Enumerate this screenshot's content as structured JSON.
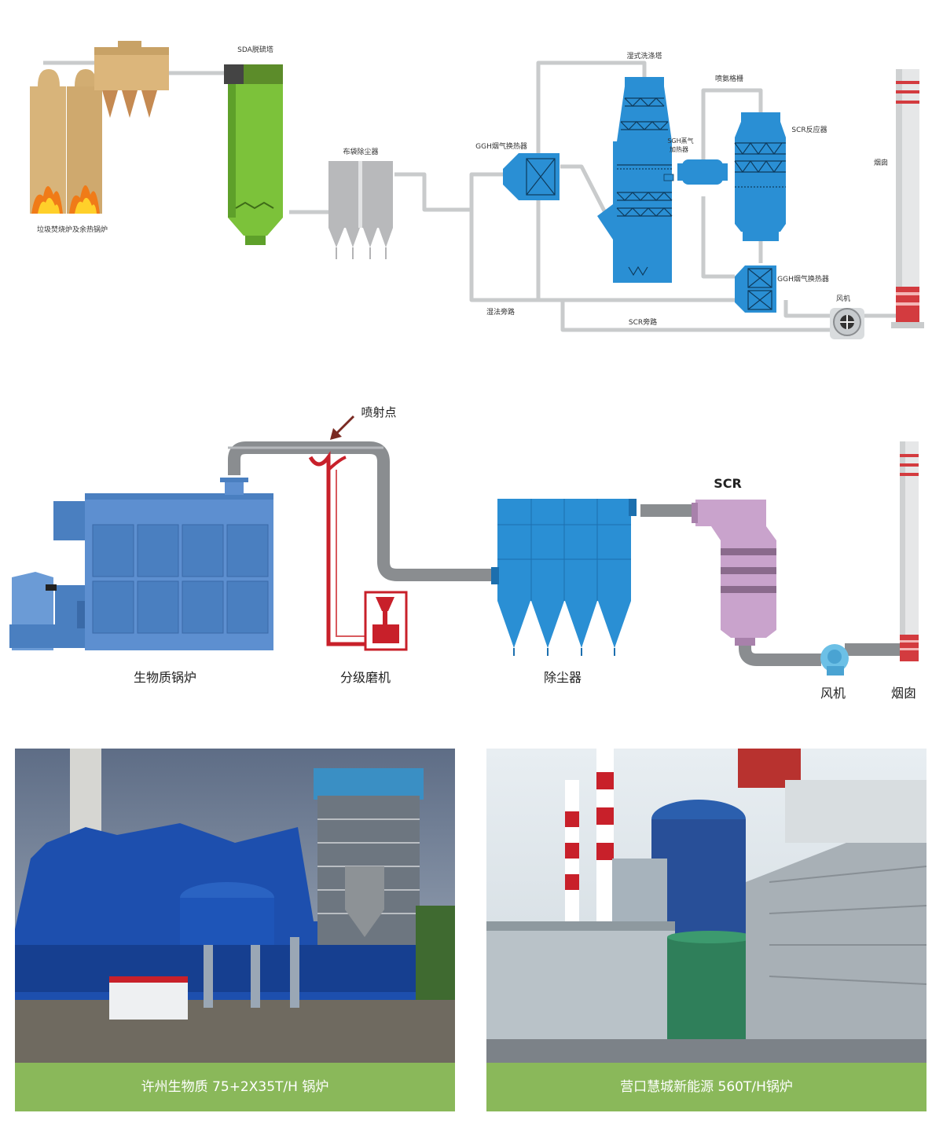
{
  "diagram1": {
    "labels": {
      "boiler": "垃圾焚烧炉及余热锅炉",
      "sda": "SDA脱硫塔",
      "baghouse": "布袋除尘器",
      "ggh_top": "GGH烟气换热器",
      "wet_scrubber": "湿式洗涤塔",
      "sgh_line1": "SGH蒸气",
      "sgh_line2": "加热器",
      "ammonia_grid": "喷氨格栅",
      "scr_reactor": "SCR反应器",
      "chimney": "烟囱",
      "ggh_bottom": "GGH烟气换热器",
      "fan": "风机",
      "wet_bypass": "湿法旁路",
      "scr_bypass": "SCR旁路"
    }
  },
  "diagram2": {
    "labels": {
      "injection_point": "喷射点",
      "scr": "SCR",
      "boiler": "生物质锅炉",
      "mill": "分级磨机",
      "dust_collector": "除尘器",
      "fan": "风机",
      "chimney": "烟囱"
    }
  },
  "photos": [
    {
      "caption": "许州生物质 75+2X35T/H 锅炉"
    },
    {
      "caption": "营口慧城新能源 560T/H锅炉"
    }
  ],
  "colors": {
    "pipe_light": "#c9cbcc",
    "pipe_dark": "#8a8d90",
    "equipment_blue": "#2a8fd4",
    "sda_green": "#7cc23a",
    "boiler_tan": "#d8b47a",
    "caption_green": "#8ab85a",
    "accent_red": "#c8202a",
    "scr_purple": "#c9a3cc"
  }
}
